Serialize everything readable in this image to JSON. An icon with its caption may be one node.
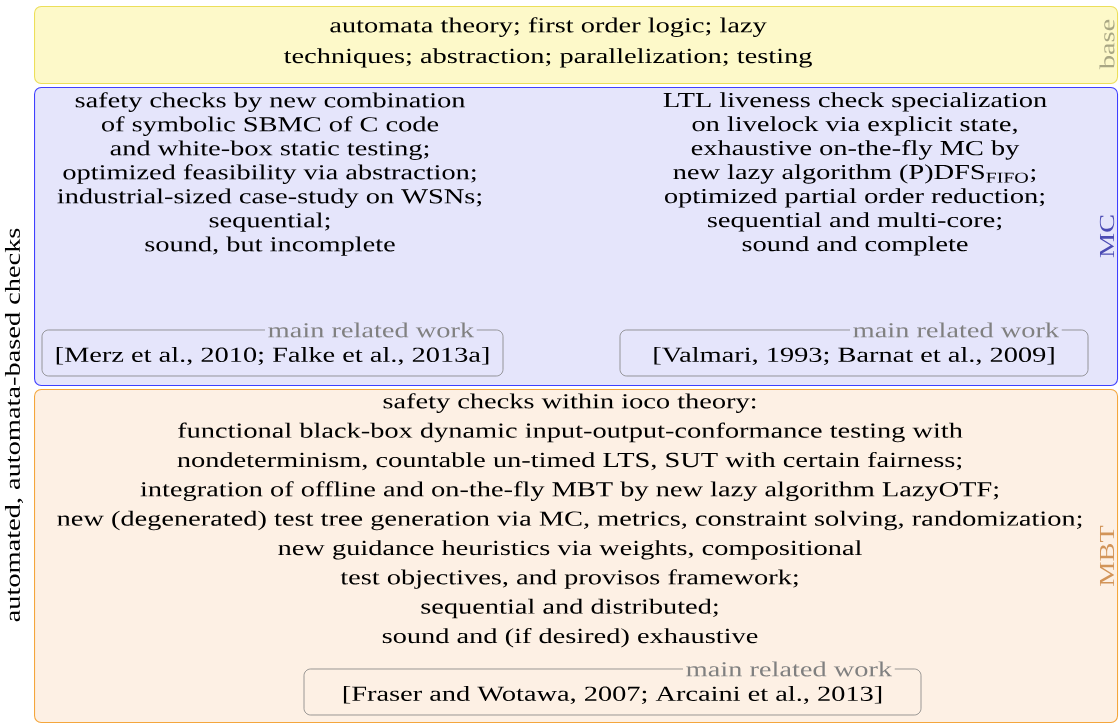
{
  "diagram": {
    "nodes": [
      {
        "text": [
          "automata theory; first order logic; lazy techniques; abstraction; parallelization; testing",
          "base"
        ]
      },
      {
        "text": [
          "safety checks by new combination of symbolic SBMC of C code and white-box static testing;",
          "optimized feasibility via abstraction;",
          "industrial-sized case-study on WSNs;",
          "sequential;",
          "sound, but incomplete",
          "LTL liveness check specialization on livelock via explicit state, exhaustive on-the-fly MC by new lazy algorithm (P)DFS$_{FIFO}$;",
          "optimized partial order reduction;",
          "sequential and multi-core;",
          "sound and complete",
          "MC"
        ]
      },
      {
        "text": [
          "main related work",
          "[Merz et al., 2010; Falke et al., 2013a]"
        ],
        "in": 1
      },
      {
        "text": [
          "main related work",
          "[Valmari, 1993; Barnat et al., 2009]"
        ],
        "in": 1
      },
      {
        "text": [
          "safety checks within ioco theory:",
          "functional black-box dynamic input-output-conformance testing with nondeterminism, countable un-timed LTS, SUT with certain fairness;",
          "integration of offline and on-the-fly MBT by new lazy algorithm LazyOTF;",
          "new (degenerated) test tree generation via MC, metrics, constraint solving, randomization;",
          "new guidance heuristics via weights, compositional test objectives, and provisos framework;",
          "sequential and distributed;",
          "sound and (if desired) exhaustive",
          "MBT"
        ]
      },
      {
        "text": [
          "main related work",
          "[Fraser and Wotawa, 2007; Arcaini et al., 2013]"
        ],
        "in": 4
      }
    ],
    "edges": [],
    "labels": [
      "automated, automata-based checks"
    ]
  }
}
